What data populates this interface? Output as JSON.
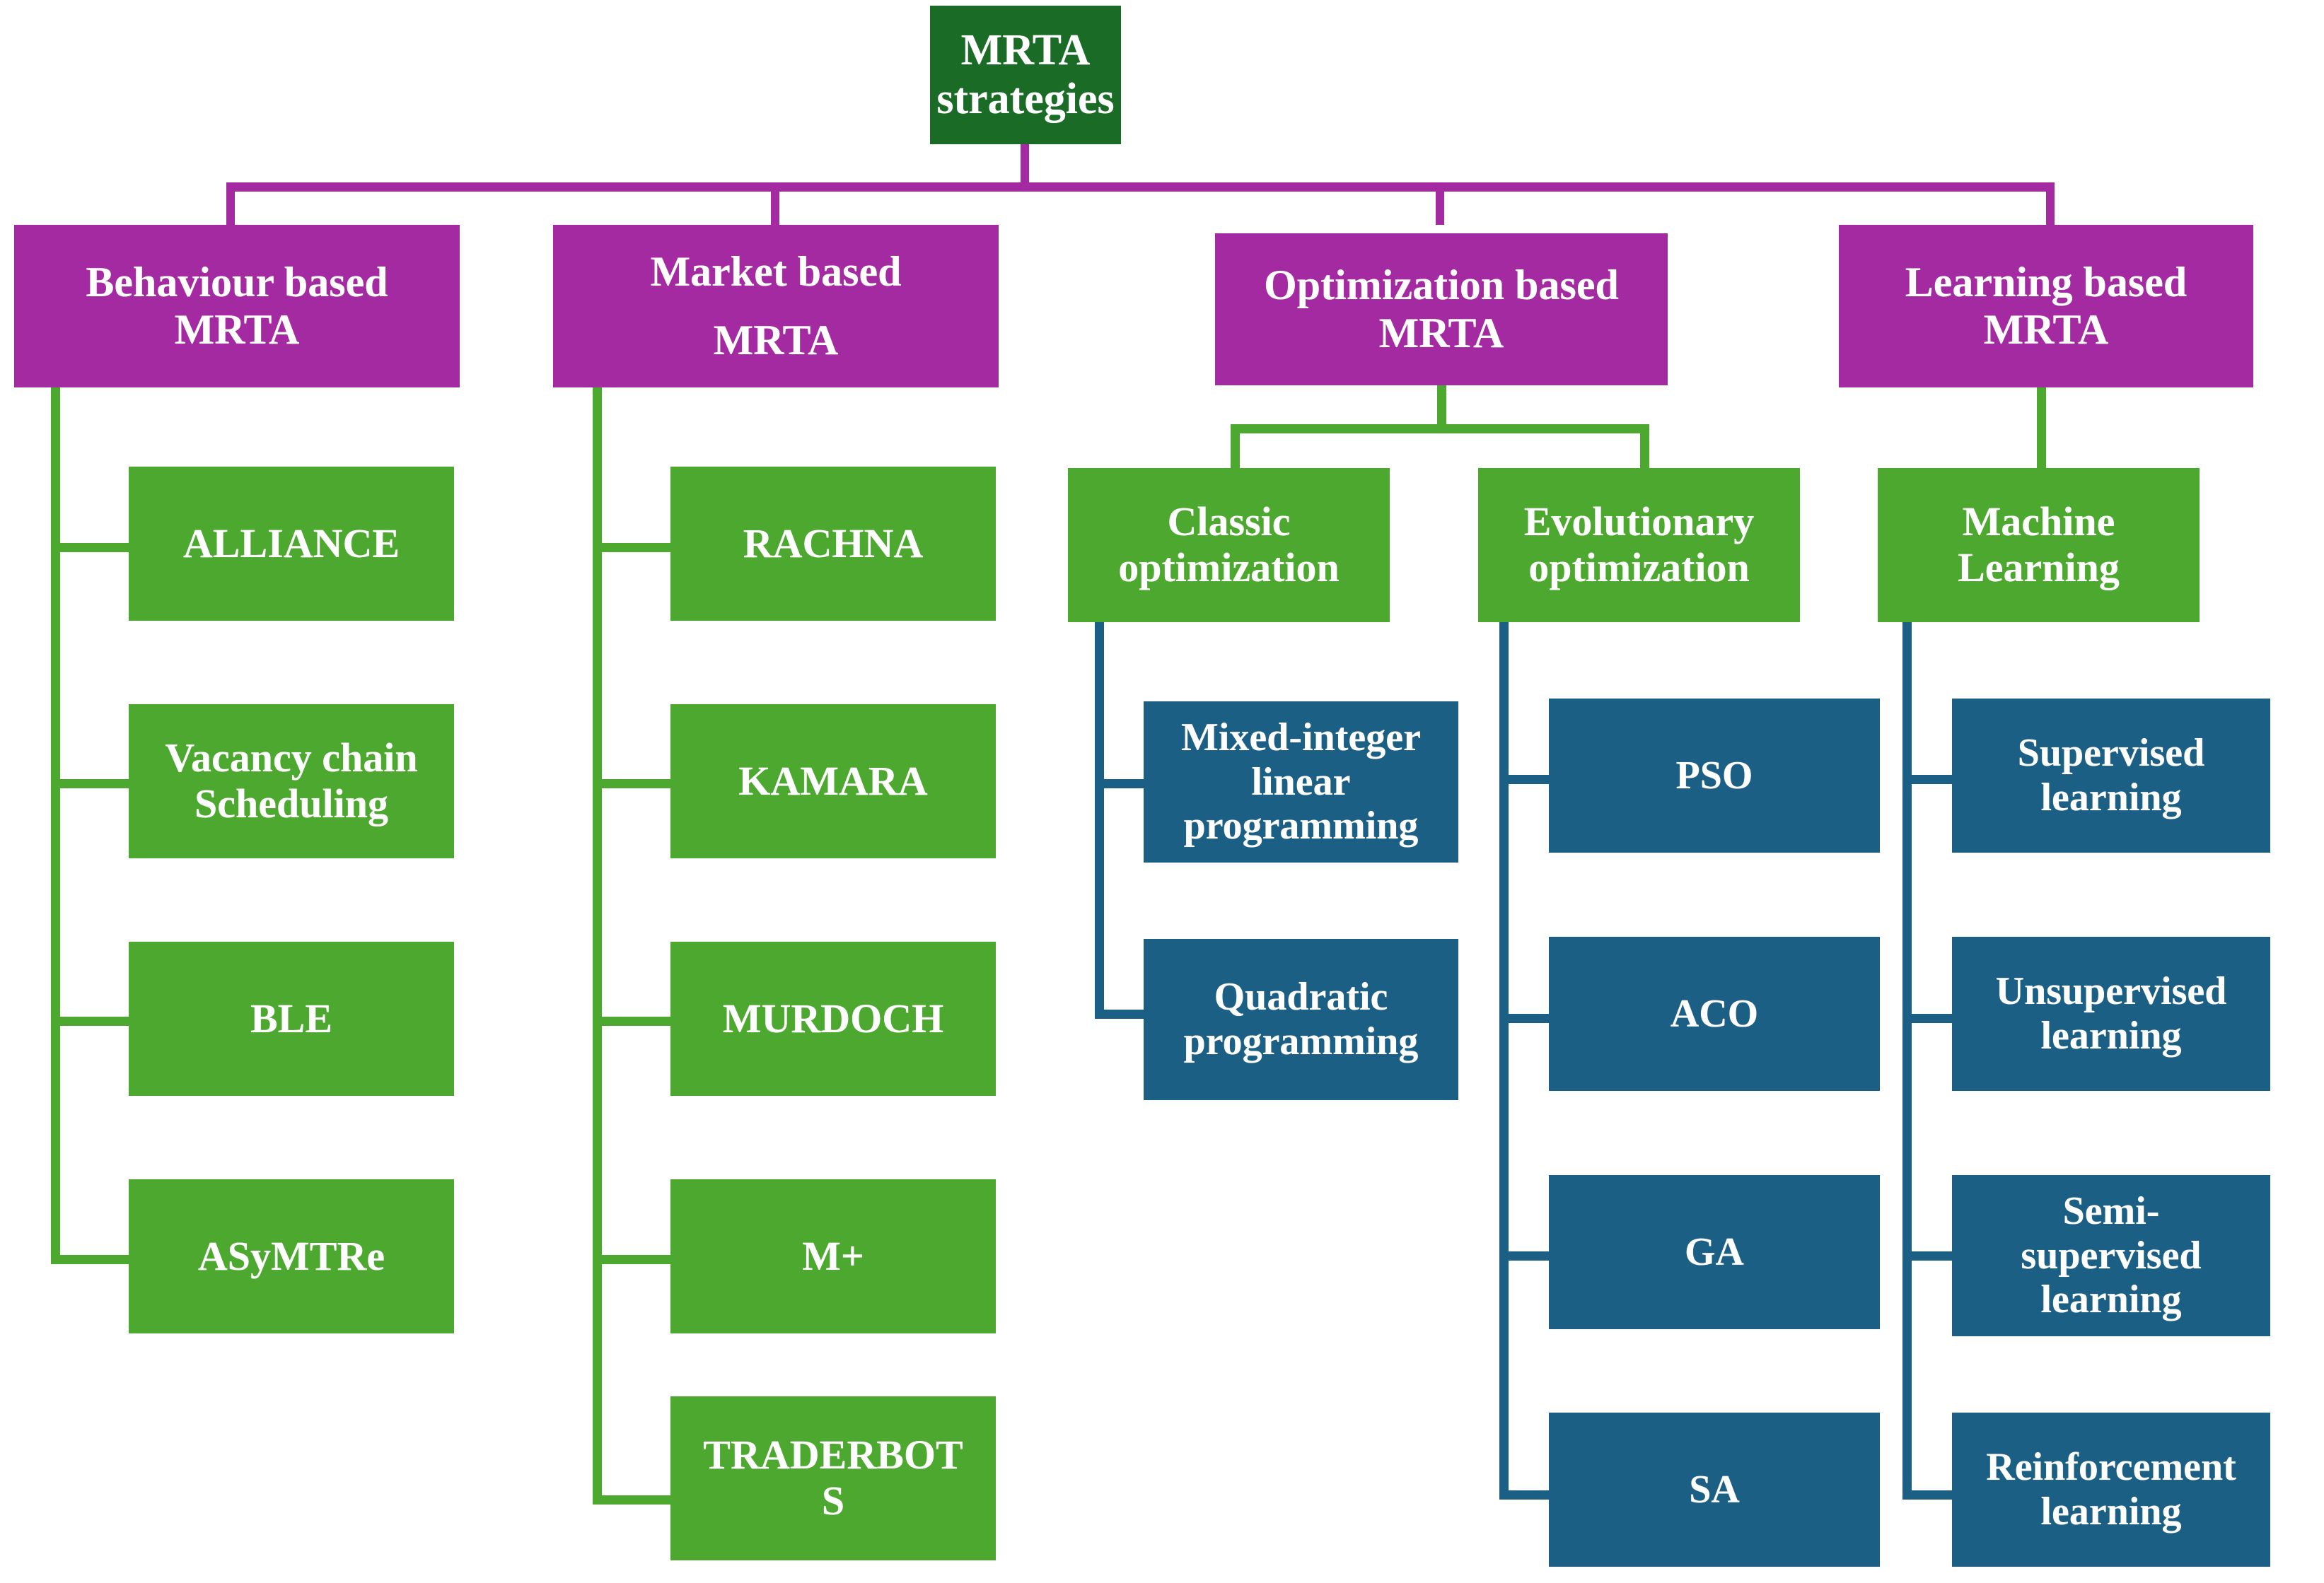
{
  "diagram": {
    "title": "MRTA strategies",
    "type": "hierarchy-tree",
    "colors": {
      "root": "#1A6B26",
      "category": "#A32AA0",
      "leaf_green": "#4CA82E",
      "leaf_blue": "#1B5F85",
      "text": "#FFFFFF",
      "background": "#FFFFFF"
    },
    "root": {
      "label": "MRTA strategies"
    },
    "categories": [
      {
        "id": "behaviour",
        "label_line1": "Behaviour based",
        "label_line2": "MRTA"
      },
      {
        "id": "market",
        "label_line1": "Market based",
        "label_line2": "MRTA"
      },
      {
        "id": "optimization",
        "label_line1": "Optimization based",
        "label_line2": "MRTA"
      },
      {
        "id": "learning",
        "label_line1": "Learning based",
        "label_line2": "MRTA"
      }
    ],
    "behaviour_children": [
      {
        "label": "ALLIANCE"
      },
      {
        "label_line1": "Vacancy chain",
        "label_line2": "Scheduling"
      },
      {
        "label": "BLE"
      },
      {
        "label": "ASyMTRe"
      }
    ],
    "market_children": [
      {
        "label": "RACHNA"
      },
      {
        "label": "KAMARA"
      },
      {
        "label": "MURDOCH"
      },
      {
        "label": "M+"
      },
      {
        "label_line1": "TRADERBOT",
        "label_line2": "S"
      }
    ],
    "optimization_children": [
      {
        "id": "classic",
        "label_line1": "Classic",
        "label_line2": "optimization"
      },
      {
        "id": "evolutionary",
        "label_line1": "Evolutionary",
        "label_line2": "optimization"
      }
    ],
    "classic_children": [
      {
        "label_line1": "Mixed-integer",
        "label_line2": "linear",
        "label_line3": "programming"
      },
      {
        "label_line1": "Quadratic",
        "label_line2": "programming"
      }
    ],
    "evolutionary_children": [
      {
        "label": "PSO"
      },
      {
        "label": "ACO"
      },
      {
        "label": "GA"
      },
      {
        "label": "SA"
      }
    ],
    "learning_children": [
      {
        "id": "machine-learning",
        "label_line1": "Machine",
        "label_line2": "Learning"
      }
    ],
    "machine_learning_children": [
      {
        "label_line1": "Supervised",
        "label_line2": "learning"
      },
      {
        "label_line1": "Unsupervised",
        "label_line2": "learning"
      },
      {
        "label_line1": "Semi-",
        "label_line2": "supervised",
        "label_line3": "learning"
      },
      {
        "label_line1": "Reinforcement",
        "label_line2": "learning"
      }
    ]
  }
}
